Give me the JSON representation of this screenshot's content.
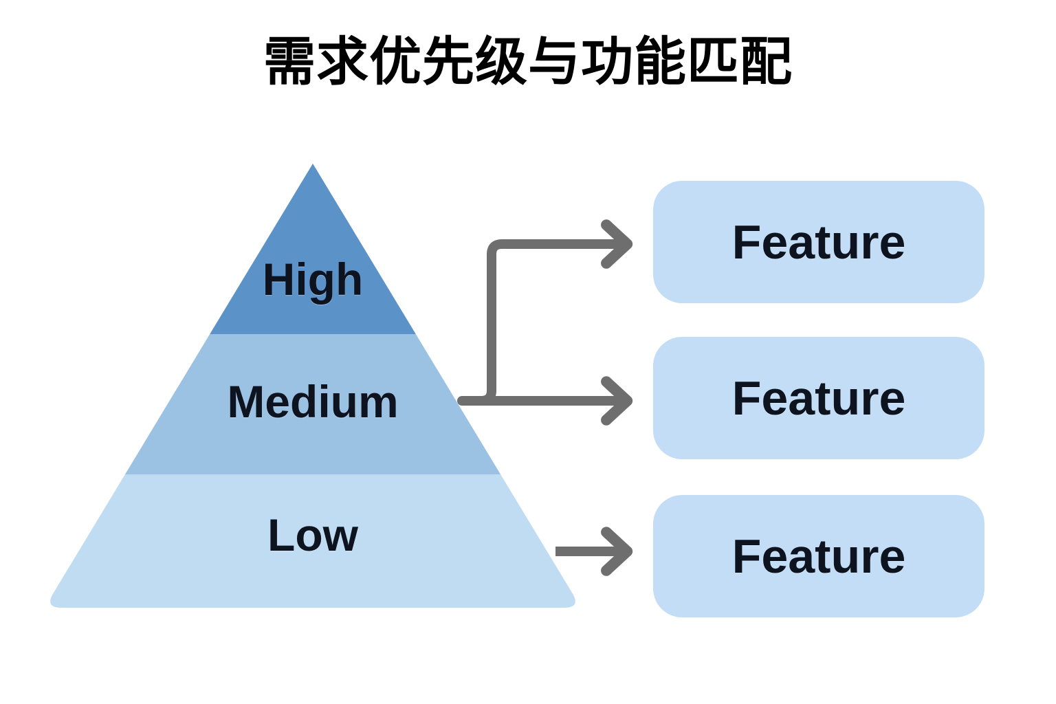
{
  "title": "需求优先级与功能匹配",
  "colors": {
    "background": "#ffffff",
    "title_text": "#000000",
    "tier_high": "#5b92c8",
    "tier_medium": "#9bc1e3",
    "tier_low": "#c0dcf2",
    "feature_box_fill": "#c2ddf5",
    "label_text": "#0d1420",
    "connector": "#6e6e6e"
  },
  "pyramid": {
    "name": "priority-pyramid",
    "tiers": [
      {
        "id": "high",
        "label": "High",
        "color": "#5b92c8",
        "rank": 1
      },
      {
        "id": "medium",
        "label": "Medium",
        "color": "#9bc1e3",
        "rank": 2
      },
      {
        "id": "low",
        "label": "Low",
        "color": "#c0dcf2",
        "rank": 3
      }
    ]
  },
  "features": [
    {
      "id": "feature-1",
      "label": "Feature",
      "linked_tier": "high"
    },
    {
      "id": "feature-2",
      "label": "Feature",
      "linked_tier": "medium"
    },
    {
      "id": "feature-3",
      "label": "Feature",
      "linked_tier": "low"
    }
  ],
  "connectors": [
    {
      "id": "connector-high",
      "from": "pyramid-medium-edge",
      "to": "feature-1",
      "style": "elbow-up-arrow"
    },
    {
      "id": "connector-medium",
      "from": "pyramid-medium-edge",
      "to": "feature-2",
      "style": "straight-arrow"
    },
    {
      "id": "connector-low",
      "from": "pyramid-low-edge",
      "to": "feature-3",
      "style": "straight-arrow"
    }
  ]
}
